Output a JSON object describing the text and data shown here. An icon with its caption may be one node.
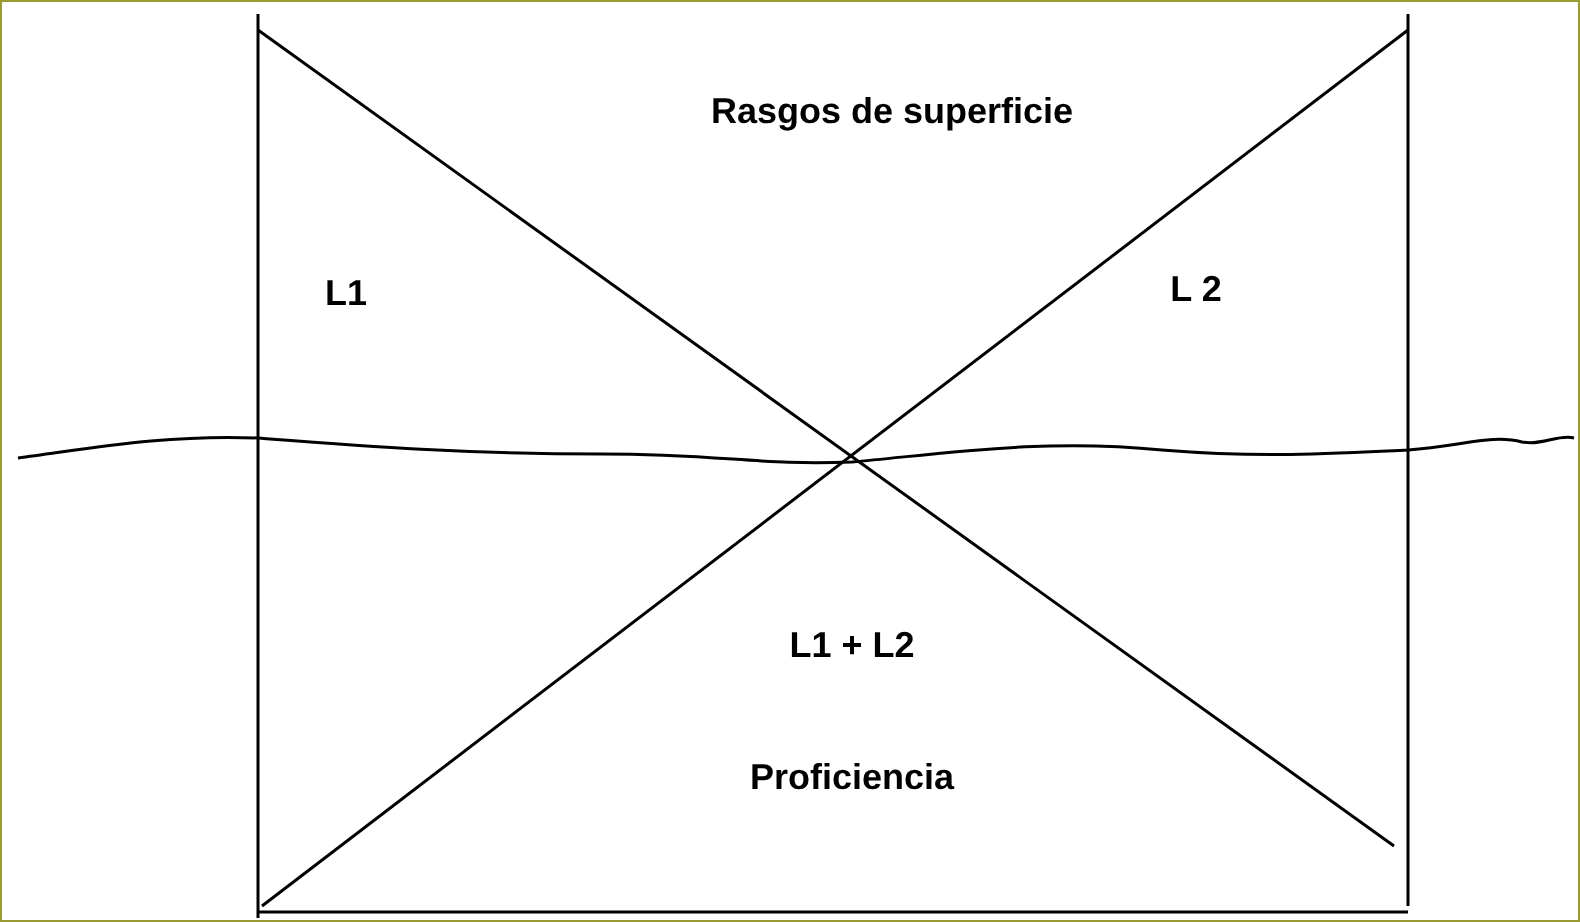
{
  "diagram": {
    "labels": [
      "Rasgos de superficie",
      "L1",
      "L 2",
      "L1 + L2",
      "Proficiencia"
    ]
  }
}
